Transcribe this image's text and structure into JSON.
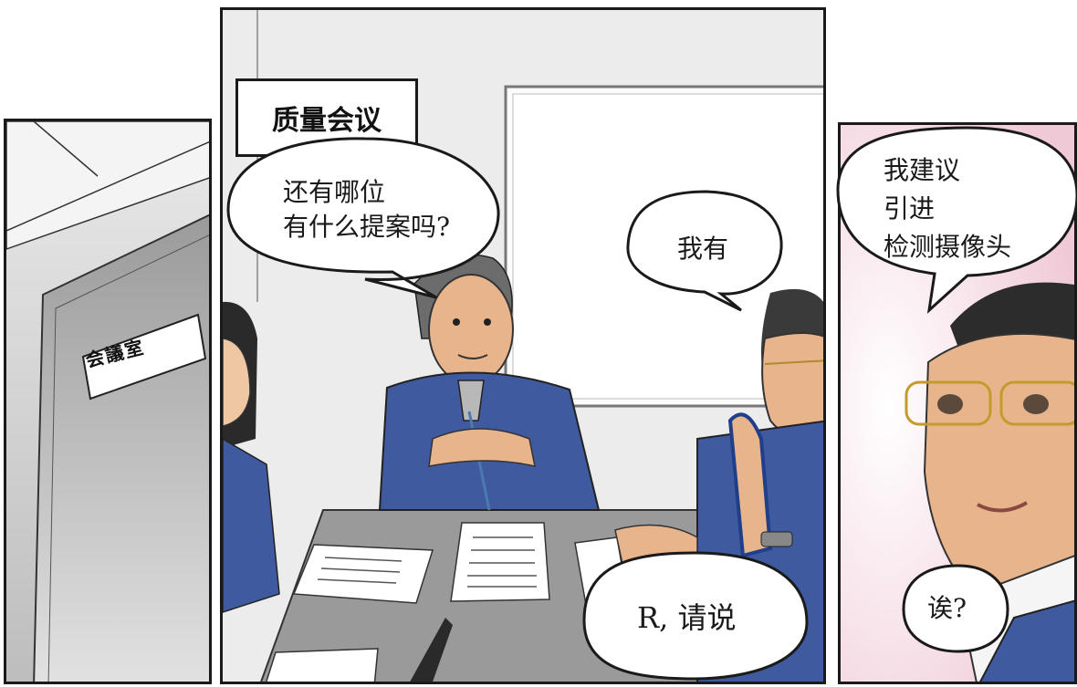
{
  "caption": "质量会议",
  "door_sign": "会議室",
  "speech": {
    "manager_line1": "还有哪位",
    "manager_line2": "有什么提案吗?",
    "colleague": "我有",
    "reply": "R, 请说",
    "proposal_line1": "我建议",
    "proposal_line2": "引进",
    "proposal_line3": "检测摄像头",
    "surprise": "诶?"
  },
  "colors": {
    "uniform_blue": "#3f5a9e",
    "skin": "#e8b48c",
    "panel_border": "#1a1a1a",
    "pink_background": "#f2dbe2"
  }
}
